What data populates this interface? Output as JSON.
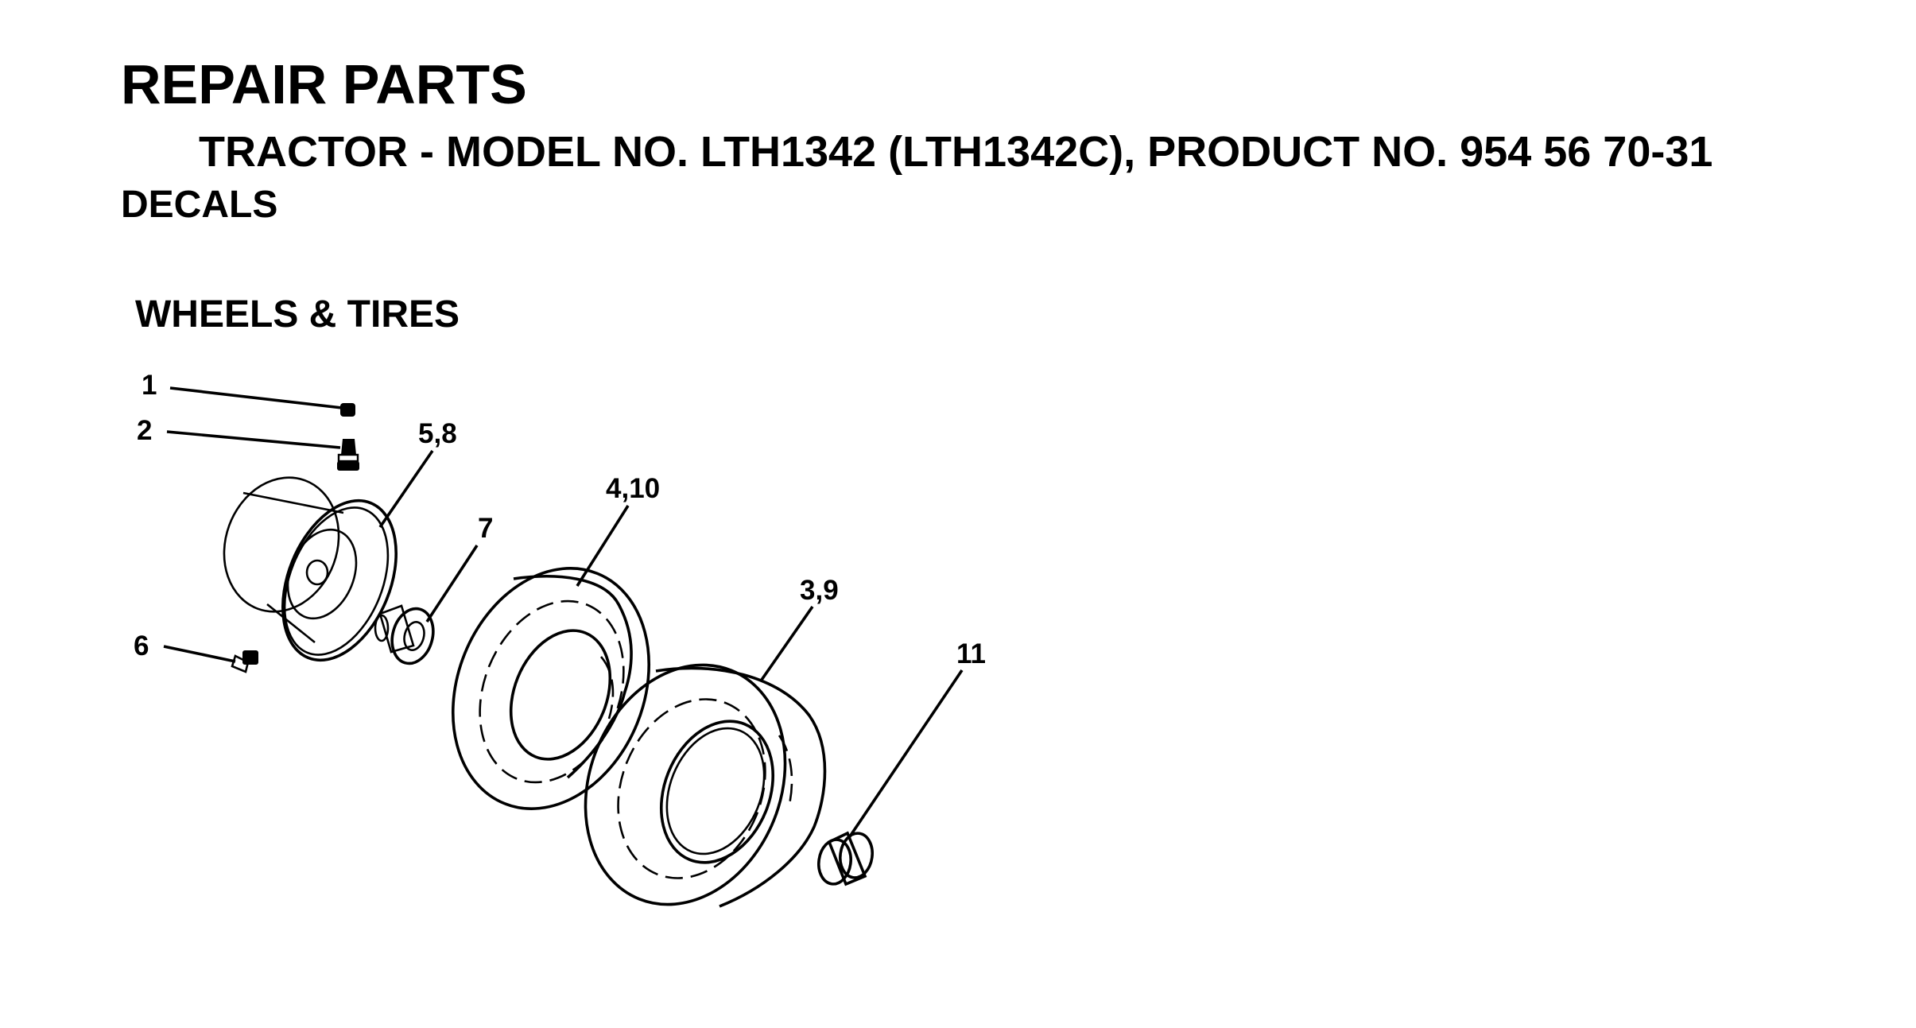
{
  "header": {
    "title": "REPAIR PARTS",
    "subtitle": "TRACTOR - MODEL NO. LTH1342 (LTH1342C), PRODUCT NO. 954 56 70-31",
    "section": "DECALS",
    "figure_title": "WHEELS & TIRES"
  },
  "callouts": {
    "c1": "1",
    "c2": "2",
    "c58": "5,8",
    "c7": "7",
    "c410": "4,10",
    "c39": "3,9",
    "c6": "6",
    "c11": "11"
  }
}
